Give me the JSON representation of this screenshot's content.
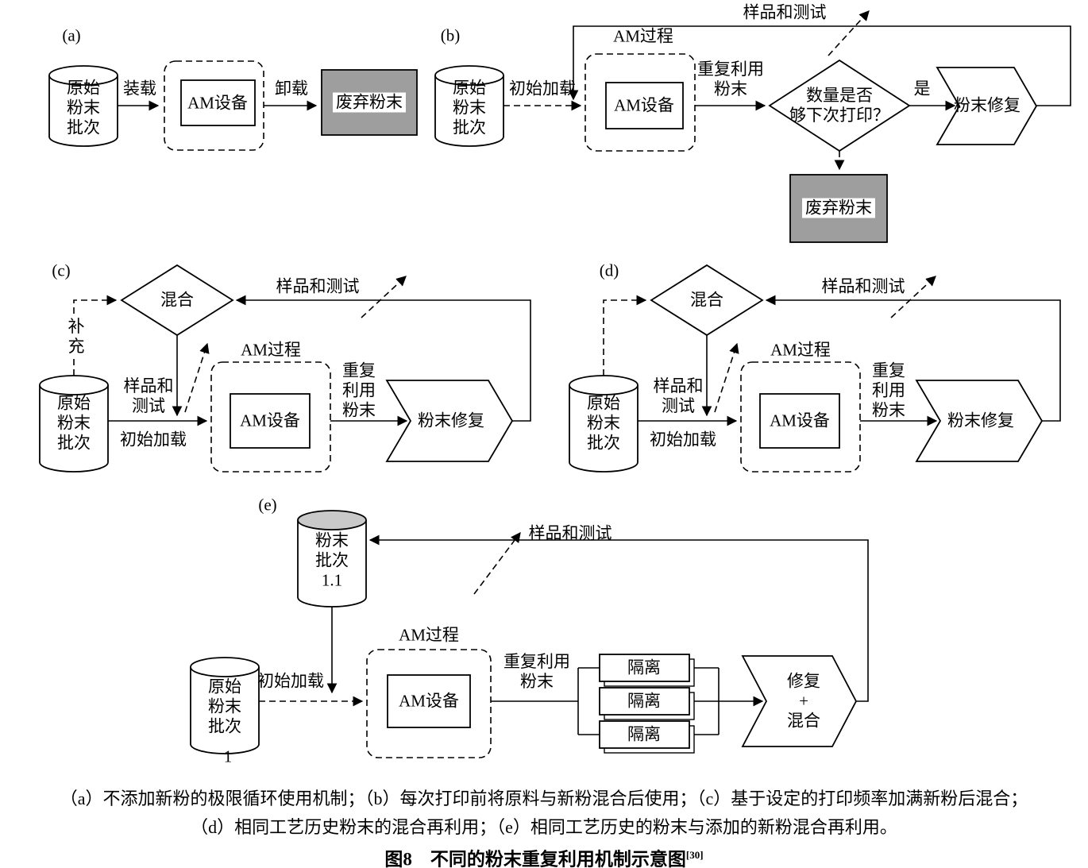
{
  "figure": {
    "caption_line1": "（a）不添加新粉的极限循环使用机制；（b）每次打印前将原料与新粉混合后使用；（c）基于设定的打印频率加满新粉后混合；",
    "caption_line2": "（d）相同工艺历史粉末的混合再利用；（e）相同工艺历史的粉末与添加的新粉混合再利用。",
    "caption_title": "图8　不同的粉末重复利用机制示意图",
    "caption_ref": "[30]"
  },
  "diagram_a": {
    "label": "(a)",
    "source_cylinder": "原始\n粉末\n批次",
    "load_arrow": "装载",
    "am_device": "AM设备",
    "unload_arrow": "卸载",
    "waste_box": "废弃粉末"
  },
  "diagram_b": {
    "label": "(b)",
    "source_cylinder": "原始\n粉末\n批次",
    "initial_load": "初始加载",
    "am_process": "AM过程",
    "am_device": "AM设备",
    "reuse_powder": "重复利用\n粉末",
    "decision": "数量是否\n够下次打印？",
    "yes": "是",
    "powder_repair": "粉末修复",
    "sample_test": "样品和测试",
    "waste_box": "废弃粉末"
  },
  "diagram_c": {
    "label": "(c)",
    "mix": "混合",
    "replenish": "补\n充",
    "source_cylinder": "原始\n粉末\n批次",
    "sample_test_small": "样品和\n测试",
    "initial_load": "初始加载",
    "am_process": "AM过程",
    "am_device": "AM设备",
    "reuse_powder": "重复\n利用\n粉末",
    "powder_repair": "粉末修复",
    "sample_test": "样品和测试"
  },
  "diagram_d": {
    "label": "(d)",
    "mix": "混合",
    "source_cylinder": "原始\n粉末\n批次",
    "sample_test_small": "样品和\n测试",
    "initial_load": "初始加载",
    "am_process": "AM过程",
    "am_device": "AM设备",
    "reuse_powder": "重复\n利用\n粉末",
    "powder_repair": "粉末修复",
    "sample_test": "样品和测试"
  },
  "diagram_e": {
    "label": "(e)",
    "batch_cylinder": "粉末\n批次\n1.1",
    "source_cylinder": "原始\n粉末\n批次",
    "source_number": "1",
    "initial_load": "初始加载",
    "am_process": "AM过程",
    "am_device": "AM设备",
    "reuse_powder": "重复利用\n粉末",
    "isolation": [
      "隔离",
      "隔离",
      "隔离"
    ],
    "repair_mix": "修复\n+\n混合",
    "sample_test": "样品和测试"
  }
}
